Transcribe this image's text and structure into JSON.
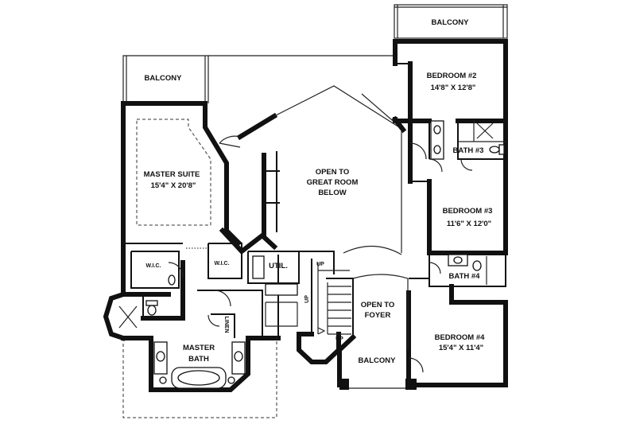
{
  "rooms": {
    "balcony_top_right": "BALCONY",
    "balcony_top_left": "BALCONY",
    "balcony_bottom": "BALCONY",
    "bedroom2": {
      "name": "BEDROOM #2",
      "size": "14'8\" X 12'8\""
    },
    "bedroom3": {
      "name": "BEDROOM #3",
      "size": "11'6\" X 12'0\""
    },
    "bedroom4": {
      "name": "BEDROOM #4",
      "size": "15'4\" X 11'4\""
    },
    "bath3": "BATH #3",
    "bath4": "BATH #4",
    "master_suite": {
      "name": "MASTER SUITE",
      "size": "15'4\" X 20'8\""
    },
    "great_room": {
      "line1": "OPEN TO",
      "line2": "GREAT ROOM",
      "line3": "BELOW"
    },
    "foyer": {
      "line1": "OPEN TO",
      "line2": "FOYER"
    },
    "util": "UTIL.",
    "wic_left": "W.I.C.",
    "wic_right": "W.I.C.",
    "master_bath": {
      "line1": "MASTER",
      "line2": "BATH"
    },
    "linen": "LINEN"
  },
  "stairs": {
    "up_top": "UP",
    "up_left": "UP",
    "up_bottom": "UP"
  }
}
